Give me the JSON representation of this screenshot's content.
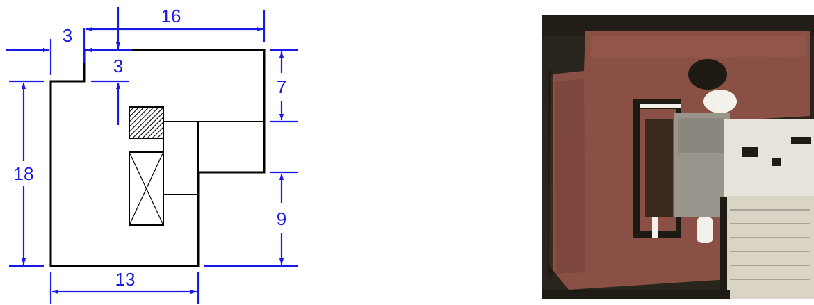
{
  "dimensions": {
    "top_width": "16",
    "left_notch": "3",
    "notch_depth": "3",
    "right_upper": "7",
    "left_height": "18",
    "right_lower": "9",
    "bottom_width": "13"
  },
  "colors": {
    "dimension": "#1a1ae6",
    "wall": "#000000",
    "roof": "#8a4f45",
    "roof_dark": "#3a2a1e",
    "shadow": "#1e1a14",
    "concrete": "#9a958c",
    "white": "#f3f1ea"
  }
}
